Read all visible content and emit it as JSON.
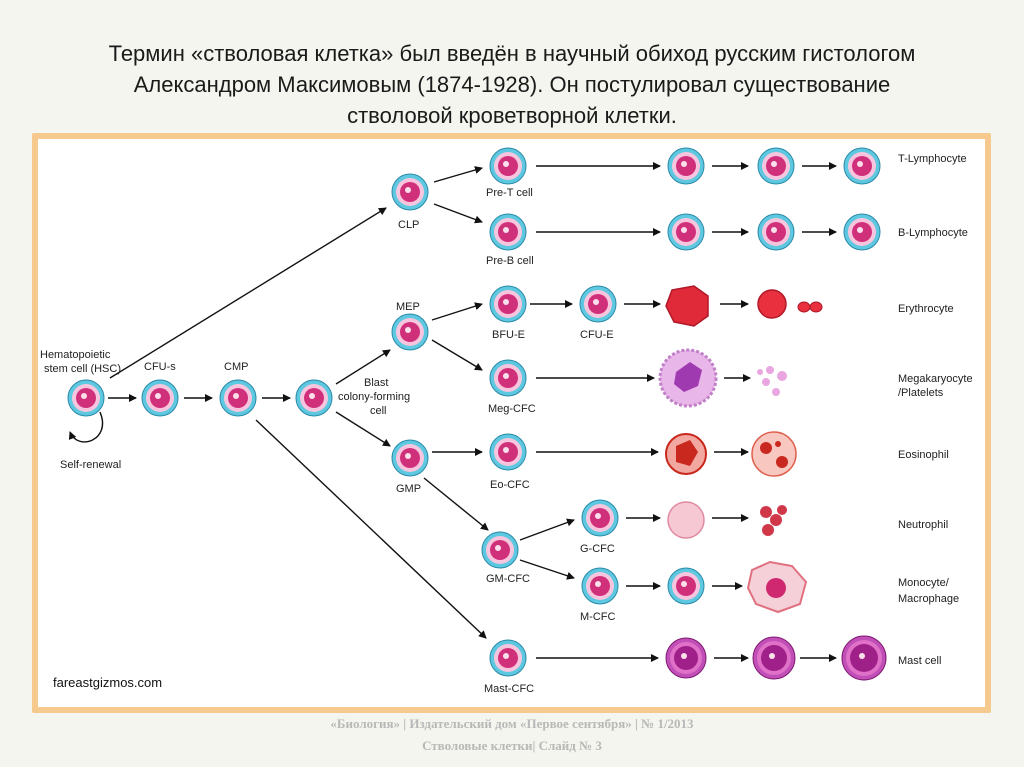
{
  "title_lines": [
    "Термин «стволовая клетка» был введён в научный обиход русским гистологом",
    "Александром Максимовым (1874-1928). Он постулировал существование",
    "стволовой кроветворной клетки."
  ],
  "diagram": {
    "hsc_line1": "Hematopoietic",
    "hsc_line2": "stem cell (HSC)",
    "self_renewal": "Self-renewal",
    "cfu_s": "CFU-s",
    "cmp": "CMP",
    "blast_line1": "Blast",
    "blast_line2": "colony-forming",
    "blast_line3": "cell",
    "clp": "CLP",
    "mep": "MEP",
    "gmp": "GMP",
    "pre_t": "Pre-T cell",
    "pre_b": "Pre-B cell",
    "bfu_e": "BFU-E",
    "cfu_e": "CFU-E",
    "meg_cfc": "Meg-CFC",
    "eo_cfc": "Eo-CFC",
    "gm_cfc": "GM-CFC",
    "g_cfc": "G-CFC",
    "m_cfc": "M-CFC",
    "mast_cfc": "Mast-CFC",
    "out_t": "T-Lymphocyte",
    "out_b": "B-Lymphocyte",
    "out_ery": "Erythrocyte",
    "out_mega1": "Megakaryocyte",
    "out_mega2": "/Platelets",
    "out_eos": "Eosinophil",
    "out_neu": "Neutrophil",
    "out_mono1": "Monocyte/",
    "out_mono2": "Macrophage",
    "out_mast": "Mast cell"
  },
  "watermark": "fareastgizmos.com",
  "footer_line1": "«Биология»  |  Издательский дом «Первое сентября» | № 1/2013",
  "footer_line2": "Стволовые клетки| Слайд № 3",
  "colors": {
    "cell_ring": "#5ec8e0",
    "cell_body": "#f7c6de",
    "nucleus": "#d0307a",
    "erythrocyte": "#e02a3a",
    "eosinophil": "#c8281e",
    "mast": "#a0208a"
  }
}
